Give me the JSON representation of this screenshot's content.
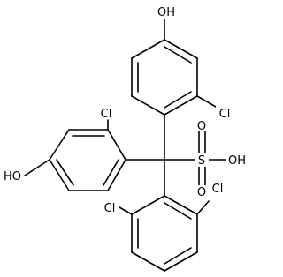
{
  "atoms": [
    {
      "id": "oh_top",
      "text": "OH"
    },
    {
      "id": "cl_top_ring",
      "text": "Cl"
    },
    {
      "id": "cl_left_ring",
      "text": "Cl"
    },
    {
      "id": "ho_left",
      "text": "HO"
    },
    {
      "id": "s",
      "text": "S"
    },
    {
      "id": "o_upper",
      "text": "O"
    },
    {
      "id": "o_lower",
      "text": "O"
    },
    {
      "id": "oh_sulfonic",
      "text": "OH"
    },
    {
      "id": "cl_bottom_left",
      "text": "Cl"
    },
    {
      "id": "cl_bottom_right",
      "text": "Cl"
    }
  ]
}
